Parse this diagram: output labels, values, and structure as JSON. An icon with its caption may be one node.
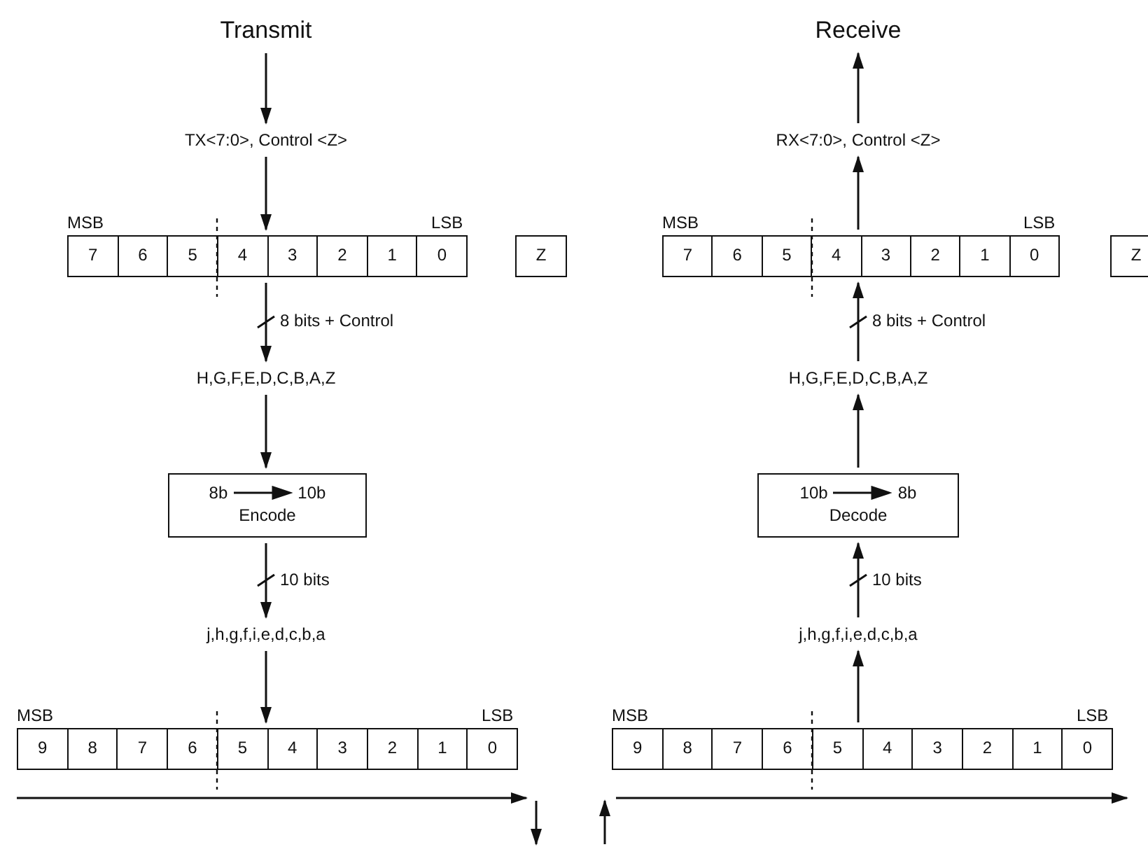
{
  "diagram": {
    "nodes": [
      {
        "text": [
          "Transmit"
        ]
      },
      {
        "text": [
          "TX<7:0>, Control <Z>"
        ]
      },
      {
        "text": [
          "7",
          "6",
          "5",
          "4",
          "3",
          "2",
          "1",
          "0"
        ],
        "beside": [
          "MSB",
          "LSB"
        ]
      },
      {
        "text": [
          "Z"
        ]
      },
      {
        "text": [
          "H,G,F,E,D,C,B,A,Z"
        ]
      },
      {
        "text": [
          "8b",
          "10b",
          "Encode"
        ]
      },
      {
        "text": [
          "j,h,g,f,i,e,d,c,b,a"
        ]
      },
      {
        "text": [
          "9",
          "8",
          "7",
          "6",
          "5",
          "4",
          "3",
          "2",
          "1",
          "0"
        ],
        "beside": [
          "MSB",
          "LSB"
        ]
      },
      {
        "text": [
          "Receive"
        ]
      },
      {
        "text": [
          "RX<7:0>, Control <Z>"
        ]
      },
      {
        "text": [
          "7",
          "6",
          "5",
          "4",
          "3",
          "2",
          "1",
          "0"
        ],
        "beside": [
          "MSB",
          "LSB"
        ]
      },
      {
        "text": [
          "Z"
        ]
      },
      {
        "text": [
          "H,G,F,E,D,C,B,A,Z"
        ]
      },
      {
        "text": [
          "10b",
          "8b",
          "Decode"
        ]
      },
      {
        "text": [
          "j,h,g,f,i,e,d,c,b,a"
        ]
      },
      {
        "text": [
          "9",
          "8",
          "7",
          "6",
          "5",
          "4",
          "3",
          "2",
          "1",
          "0"
        ],
        "beside": [
          "MSB",
          "LSB"
        ]
      }
    ],
    "edges": [
      {
        "from": 0,
        "to": 1,
        "arrow": "to"
      },
      {
        "from": 1,
        "to": 2,
        "arrow": "to"
      },
      {
        "from": 2,
        "to": 4,
        "arrow": "to",
        "label": "8 bits + Control"
      },
      {
        "from": 4,
        "to": 5,
        "arrow": "to"
      },
      {
        "from": 5,
        "to": 6,
        "arrow": "to",
        "label": "10 bits"
      },
      {
        "from": 6,
        "to": 7,
        "arrow": "to"
      },
      {
        "from": 9,
        "to": 8,
        "arrow": "to"
      },
      {
        "from": 10,
        "to": 9,
        "arrow": "to"
      },
      {
        "from": 12,
        "to": 10,
        "arrow": "to",
        "label": "8 bits + Control"
      },
      {
        "from": 13,
        "to": 12,
        "arrow": "to"
      },
      {
        "from": 14,
        "to": 13,
        "arrow": "to",
        "label": "10 bits"
      },
      {
        "from": 15,
        "to": 14,
        "arrow": "to"
      }
    ]
  }
}
